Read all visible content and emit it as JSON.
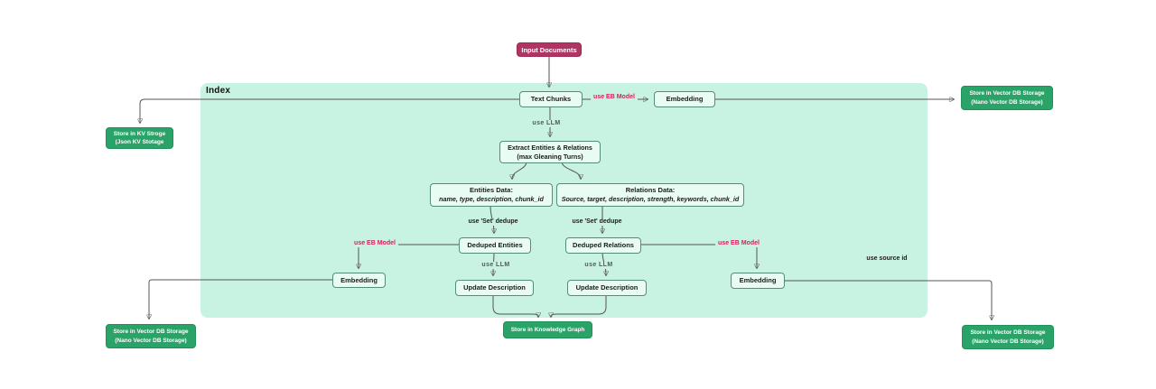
{
  "diagram": {
    "container_label": "Index",
    "colors": {
      "container_bg": "#c8f2e1",
      "node_bg": "#e9fcf3",
      "node_border": "#568c7c",
      "input_crimson": "#b13562",
      "storage_green": "#2aa368",
      "edge_label_red": "#d92160",
      "edge_stroke": "#555555"
    },
    "nodes": {
      "input_documents": "Input Documents",
      "text_chunks": "Text Chunks",
      "embedding_top": "Embedding",
      "embedding_left": "Embedding",
      "embedding_right": "Embedding",
      "store_vector_top": [
        "Store in Vector DB Storage",
        "(Nano Vector DB Storage)"
      ],
      "store_kv": [
        "Store in KV Stroge",
        "(Json KV Stotage"
      ],
      "extract": [
        "Extract Entities & Relations",
        "(max Gleaning Turns)"
      ],
      "entities_data": [
        "Entities Data:",
        "name, type, description, chunk_id"
      ],
      "relations_data": [
        "Relations Data:",
        "Source, target, description, strength, keywords, chunk_id"
      ],
      "deduped_entities": "Deduped Entities",
      "deduped_relations": "Deduped Relations",
      "update_description_left": "Update Description",
      "update_description_right": "Update Description",
      "store_knowledge_graph": "Store in Knowledge Graph",
      "store_vector_bottom_left": [
        "Store in Vector DB Storage",
        "(Nano Vector DB Storage)"
      ],
      "store_vector_bottom_right": [
        "Store in Vector DB Storage",
        "(Nano Vector DB Storage)"
      ]
    },
    "edge_labels": {
      "use_eb_model_top": "use EB Model",
      "use_eb_model_left": "use EB Model",
      "use_eb_model_right": "use EB Model",
      "use_llm_top": "use LLM",
      "use_llm_left": "use LLM",
      "use_llm_right": "use LLM",
      "use_set_dedupe_left": "use 'Set' dedupe",
      "use_set_dedupe_right": "use 'Set' dedupe",
      "use_source_id": "use source id"
    }
  }
}
